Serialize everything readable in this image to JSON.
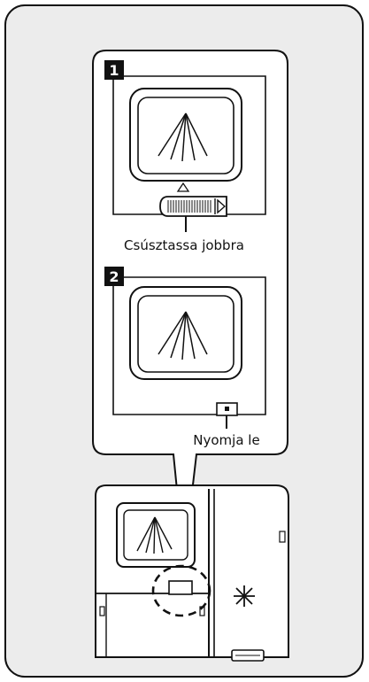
{
  "diagram": {
    "step1": {
      "number": "1",
      "caption": "Csúsztassa jobbra"
    },
    "step2": {
      "number": "2",
      "caption": "Nyomja le"
    },
    "dispenser": {
      "indicator_icon": "sparkle-star-icon",
      "water_icon": "spray-lines-icon"
    },
    "colors": {
      "line": "#111111",
      "frame_fill": "#ececec",
      "panel_fill": "#ffffff"
    }
  }
}
